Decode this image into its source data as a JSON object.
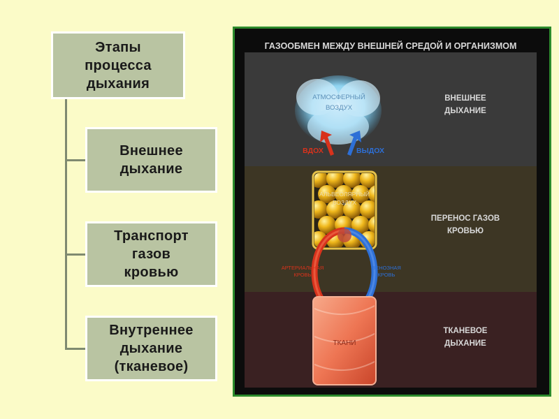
{
  "hierarchy": {
    "root": "Этапы\nпроцесса\nдыхания",
    "steps": [
      "Внешнее\nдыхание",
      "Транспорт\nгазов\nкровью",
      "Внутреннее\nдыхание\n(тканевое)"
    ]
  },
  "figure": {
    "title": "ГАЗООБМЕН МЕЖДУ ВНЕШНЕЙ СРЕДОЙ И ОРГАНИЗМОМ",
    "air_label": [
      "АТМОСФЕРНЫЙ",
      "ВОЗДУХ"
    ],
    "inhale": "ВДОХ",
    "exhale": "ВЫДОХ",
    "alveoli_label": [
      "АЛЬВЕОЛЯРНЫЙ",
      "ВОЗДУХ"
    ],
    "arterial_label": [
      "АРТЕРИАЛЬНАЯ",
      "КРОВЬ"
    ],
    "venous_label": [
      "ВЕНОЗНАЯ",
      "КРОВЬ"
    ],
    "tissue_label": "ТКАНИ",
    "stage_external": [
      "ВНЕШНЕЕ",
      "ДЫХАНИЕ"
    ],
    "stage_transport": [
      "ПЕРЕНОС ГАЗОВ",
      "КРОВЬЮ"
    ],
    "stage_tissue": [
      "ТКАНЕВОЕ",
      "ДЫХАНИЕ"
    ],
    "colors": {
      "band_top": "#3a3a3a",
      "band_middle": "#3d3624",
      "band_bottom": "#3a2122",
      "frame": "#2c8a2c",
      "arterial": "#d8321c",
      "venous": "#2d6fd6"
    }
  }
}
